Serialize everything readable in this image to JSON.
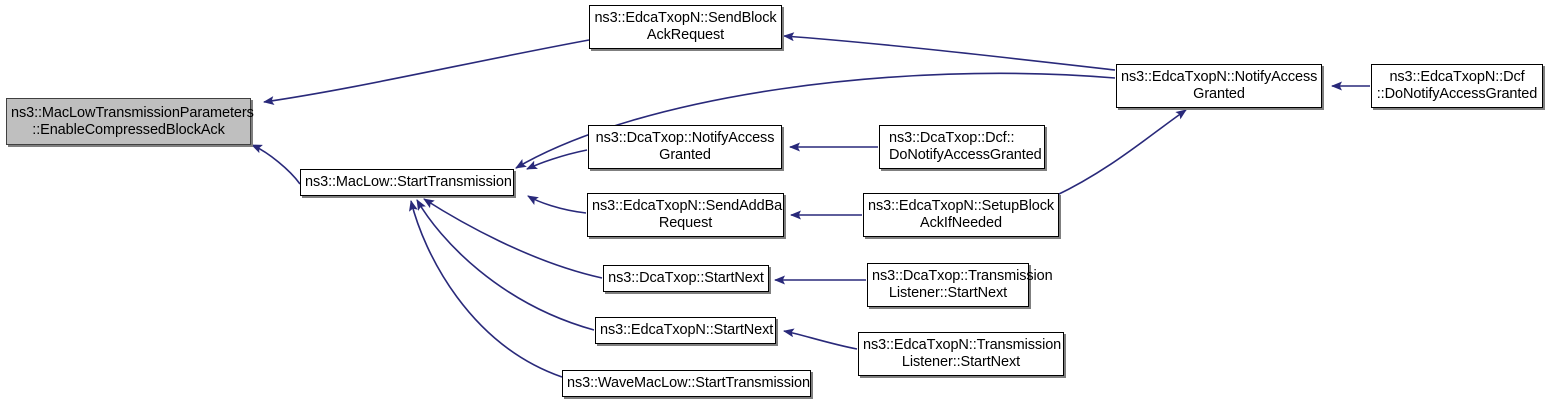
{
  "graph": {
    "type": "call-graph",
    "title": "ns3::MacLowTransmissionParameters::EnableCompressedBlockAck caller graph",
    "direction": "right-to-left",
    "colors": {
      "edge": "#29297a",
      "node_border": "#000000",
      "node_fill": "#ffffff",
      "current_fill": "#bfbfbf",
      "current_border": "#404040",
      "shadow": "#7f7f7f",
      "text": "#000000",
      "background": "#ffffff"
    },
    "nodes": [
      {
        "id": "enable-compressed-block-ack",
        "label": "ns3::MacLowTransmissionParameters\n::EnableCompressedBlockAck",
        "current": true,
        "align": "center"
      },
      {
        "id": "send-block-ack-request",
        "label": "ns3::EdcaTxopN::SendBlock\nAckRequest",
        "current": false,
        "align": "center"
      },
      {
        "id": "maclow-start-transmission",
        "label": "ns3::MacLow::StartTransmission",
        "current": false,
        "align": "center"
      },
      {
        "id": "dcatxop-notify-access-granted",
        "label": "ns3::DcaTxop::NotifyAccess\nGranted",
        "current": false,
        "align": "center"
      },
      {
        "id": "edcatxopn-send-add-ba-request",
        "label": "ns3::EdcaTxopN::SendAddBa\nRequest",
        "current": false,
        "align": "center"
      },
      {
        "id": "dcatxop-start-next",
        "label": "ns3::DcaTxop::StartNext",
        "current": false,
        "align": "center"
      },
      {
        "id": "edcatxopn-start-next",
        "label": "ns3::EdcaTxopN::StartNext",
        "current": false,
        "align": "center"
      },
      {
        "id": "wavemaclow-start-transmission",
        "label": "ns3::WaveMacLow::StartTransmission",
        "current": false,
        "align": "center"
      },
      {
        "id": "dcatxop-dcf-donotify-access-granted",
        "label": "ns3::DcaTxop::Dcf::\nDoNotifyAccessGranted",
        "current": false,
        "align": "left"
      },
      {
        "id": "edcatxopn-setup-block-ack-if-needed",
        "label": "ns3::EdcaTxopN::SetupBlock\nAckIfNeeded",
        "current": false,
        "align": "center"
      },
      {
        "id": "dcatxop-transmission-listener-start-next",
        "label": "ns3::DcaTxop::Transmission\nListener::StartNext",
        "current": false,
        "align": "center"
      },
      {
        "id": "edcatxopn-transmission-listener-start-next",
        "label": "ns3::EdcaTxopN::Transmission\nListener::StartNext",
        "current": false,
        "align": "center"
      },
      {
        "id": "edcatxopn-notify-access-granted",
        "label": "ns3::EdcaTxopN::NotifyAccess\nGranted",
        "current": false,
        "align": "center"
      },
      {
        "id": "edcatxopn-dcf-donotify-access-granted",
        "label": "ns3::EdcaTxopN::Dcf\n::DoNotifyAccessGranted",
        "current": false,
        "align": "left"
      }
    ],
    "edges": [
      {
        "from": "send-block-ack-request",
        "to": "enable-compressed-block-ack"
      },
      {
        "from": "maclow-start-transmission",
        "to": "enable-compressed-block-ack"
      },
      {
        "from": "edcatxopn-notify-access-granted",
        "to": "send-block-ack-request"
      },
      {
        "from": "edcatxopn-notify-access-granted",
        "to": "maclow-start-transmission"
      },
      {
        "from": "dcatxop-notify-access-granted",
        "to": "maclow-start-transmission"
      },
      {
        "from": "edcatxopn-send-add-ba-request",
        "to": "maclow-start-transmission"
      },
      {
        "from": "dcatxop-start-next",
        "to": "maclow-start-transmission"
      },
      {
        "from": "edcatxopn-start-next",
        "to": "maclow-start-transmission"
      },
      {
        "from": "wavemaclow-start-transmission",
        "to": "maclow-start-transmission"
      },
      {
        "from": "dcatxop-dcf-donotify-access-granted",
        "to": "dcatxop-notify-access-granted"
      },
      {
        "from": "edcatxopn-setup-block-ack-if-needed",
        "to": "edcatxopn-send-add-ba-request"
      },
      {
        "from": "edcatxopn-setup-block-ack-if-needed",
        "to": "edcatxopn-notify-access-granted"
      },
      {
        "from": "dcatxop-transmission-listener-start-next",
        "to": "dcatxop-start-next"
      },
      {
        "from": "edcatxopn-transmission-listener-start-next",
        "to": "edcatxopn-start-next"
      },
      {
        "from": "edcatxopn-dcf-donotify-access-granted",
        "to": "edcatxopn-notify-access-granted"
      }
    ]
  }
}
